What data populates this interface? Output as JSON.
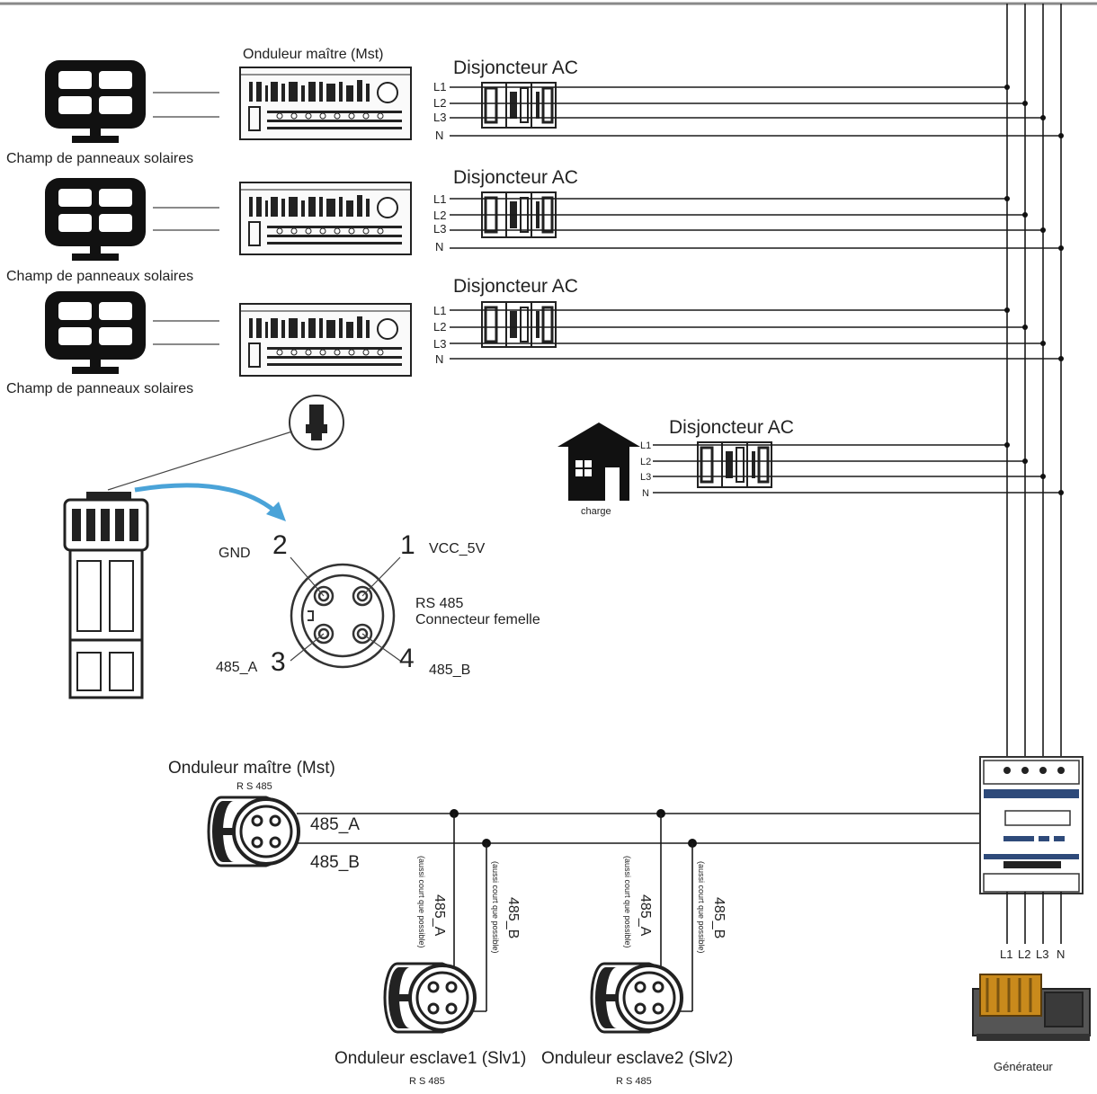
{
  "top_section": {
    "master_inverter_label": "Onduleur maître (Mst)",
    "solar_label": "Champ de panneaux solaires",
    "breaker_label": "Disjoncteur AC",
    "phase_labels": [
      "L1",
      "L2",
      "L3",
      "N"
    ],
    "load_label": "charge"
  },
  "connector": {
    "pin1_number": "1",
    "pin1_label": "VCC_5V",
    "pin2_number": "2",
    "pin2_label": "GND",
    "pin3_number": "3",
    "pin3_label": "485_A",
    "pin4_number": "4",
    "pin4_label": "485_B",
    "type_line1": "RS 485",
    "type_line2": "Connecteur femelle"
  },
  "bus_section": {
    "master_label": "Onduleur maître (Mst)",
    "master_rs485": "R S 485",
    "line_a": "485_A",
    "line_b": "485_B",
    "note": "(aussi court que possible)",
    "slave1_label": "Onduleur esclave1 (Slv1)",
    "slave1_rs485": "R S 485",
    "slave2_label": "Onduleur esclave2 (Slv2)",
    "slave2_rs485": "R S 485",
    "meter_phase_labels": [
      "L1",
      "L2",
      "L3",
      "N"
    ],
    "generator_label": "Générateur"
  },
  "colors": {
    "line": "#1a1a1a",
    "arrow": "#4aa3d8",
    "device_fill": "#f2f2f2"
  }
}
